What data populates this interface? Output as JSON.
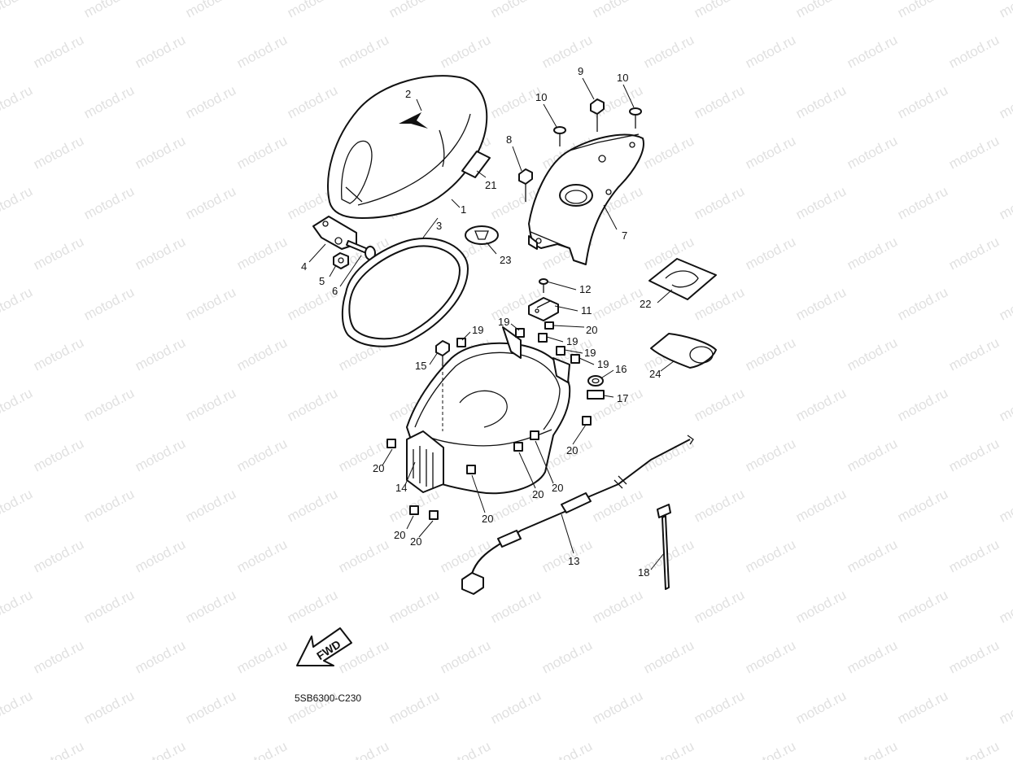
{
  "watermark": "motod.ru",
  "diagram_code": "5SB6300-C230",
  "fwd_label": "FWD",
  "parts": [
    {
      "id": "1",
      "label": "1"
    },
    {
      "id": "2",
      "label": "2"
    },
    {
      "id": "3",
      "label": "3"
    },
    {
      "id": "4",
      "label": "4"
    },
    {
      "id": "5",
      "label": "5"
    },
    {
      "id": "6",
      "label": "6"
    },
    {
      "id": "7",
      "label": "7"
    },
    {
      "id": "8",
      "label": "8"
    },
    {
      "id": "9",
      "label": "9"
    },
    {
      "id": "10a",
      "label": "10"
    },
    {
      "id": "10b",
      "label": "10"
    },
    {
      "id": "11",
      "label": "11"
    },
    {
      "id": "12",
      "label": "12"
    },
    {
      "id": "13",
      "label": "13"
    },
    {
      "id": "14",
      "label": "14"
    },
    {
      "id": "15",
      "label": "15"
    },
    {
      "id": "16",
      "label": "16"
    },
    {
      "id": "17",
      "label": "17"
    },
    {
      "id": "18",
      "label": "18"
    },
    {
      "id": "19a",
      "label": "19"
    },
    {
      "id": "19b",
      "label": "19"
    },
    {
      "id": "19c",
      "label": "19"
    },
    {
      "id": "19d",
      "label": "19"
    },
    {
      "id": "19e",
      "label": "19"
    },
    {
      "id": "20a",
      "label": "20"
    },
    {
      "id": "20b",
      "label": "20"
    },
    {
      "id": "20c",
      "label": "20"
    },
    {
      "id": "20d",
      "label": "20"
    },
    {
      "id": "20e",
      "label": "20"
    },
    {
      "id": "20f",
      "label": "20"
    },
    {
      "id": "20g",
      "label": "20"
    },
    {
      "id": "20h",
      "label": "20"
    },
    {
      "id": "21",
      "label": "21"
    },
    {
      "id": "22",
      "label": "22"
    },
    {
      "id": "23",
      "label": "23"
    },
    {
      "id": "24",
      "label": "24"
    }
  ]
}
